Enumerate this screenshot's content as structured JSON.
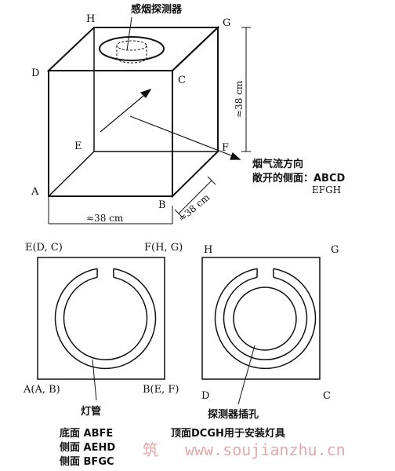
{
  "top": {
    "vertex_h": "H",
    "vertex_g": "G",
    "vertex_d": "D",
    "vertex_c": "C",
    "vertex_e": "E",
    "vertex_f": "F",
    "vertex_a": "A",
    "vertex_b": "B",
    "detector_label": "感烟探测器",
    "height_dim": "≈38 cm",
    "depth_dim": "≈38 cm",
    "width_dim": "≈38 cm",
    "smoke_direction": "烟气流方向",
    "open_sides_line1": "敞开的侧面：ABCD",
    "open_sides_line2": "EFGH"
  },
  "bottom_left": {
    "top_left": "E(D, C)",
    "top_right": "F(H, G)",
    "bottom_left": "A(A, B)",
    "bottom_right": "B(E, F)",
    "lamp_label": "灯管"
  },
  "bottom_right": {
    "top_left": "H",
    "top_right": "G",
    "bottom_left": "D",
    "bottom_right": "C",
    "detector_hole_label": "探测器插孔",
    "top_face_note": "顶面DCGH用于安装灯具"
  },
  "faces": {
    "bottom": "底面 ABFE",
    "side1": "侧面 AEHD",
    "side2": "侧面 BFGC"
  },
  "watermark": {
    "cn": "筑",
    "url": "www.soujianzhu.cn"
  }
}
